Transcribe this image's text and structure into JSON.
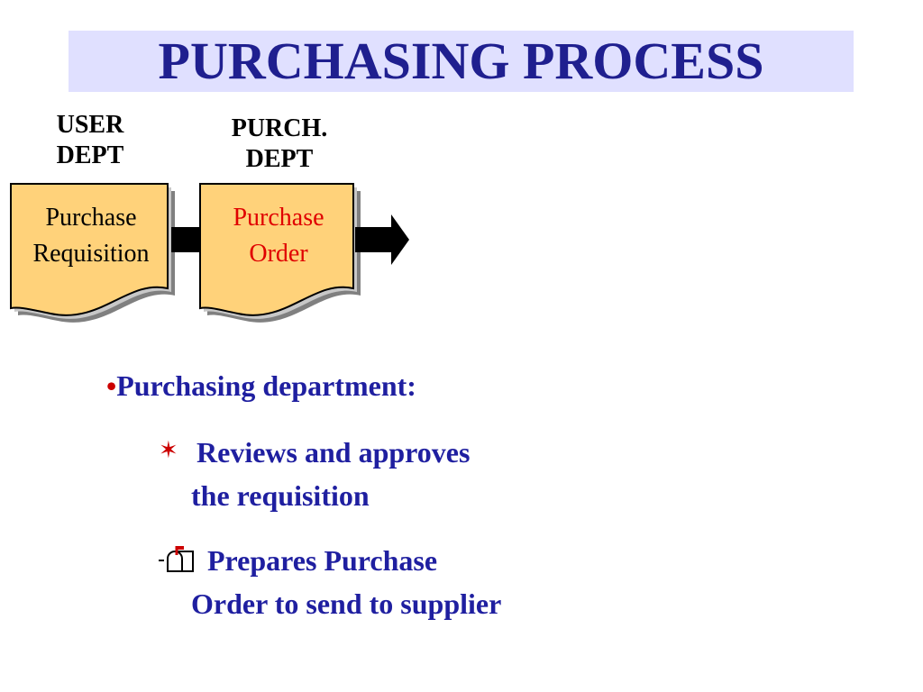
{
  "title": "PURCHASING PROCESS",
  "departments": [
    {
      "line1": "USER",
      "line2": "DEPT"
    },
    {
      "line1": "PURCH.",
      "line2": "DEPT"
    }
  ],
  "documents": [
    {
      "line1": "Purchase",
      "line2": "Requisition",
      "color": "#000000"
    },
    {
      "line1": "Purchase",
      "line2": "Order",
      "color": "#e00000"
    }
  ],
  "bullets": {
    "main": "Purchasing department:",
    "main_marker": "•",
    "items": [
      {
        "icon": "star-icon",
        "glyph": "✶",
        "line1": "Reviews and approves",
        "line2": "the requisition"
      },
      {
        "icon": "mailbox-icon",
        "line1": "Prepares Purchase",
        "line2": "Order to send to supplier"
      }
    ]
  },
  "colors": {
    "title_band": "#e0e0ff",
    "title_text": "#1f1f8f",
    "document_fill": "#ffd27a",
    "bullet_text": "#1f1fa0",
    "accent_red": "#cc0000"
  }
}
